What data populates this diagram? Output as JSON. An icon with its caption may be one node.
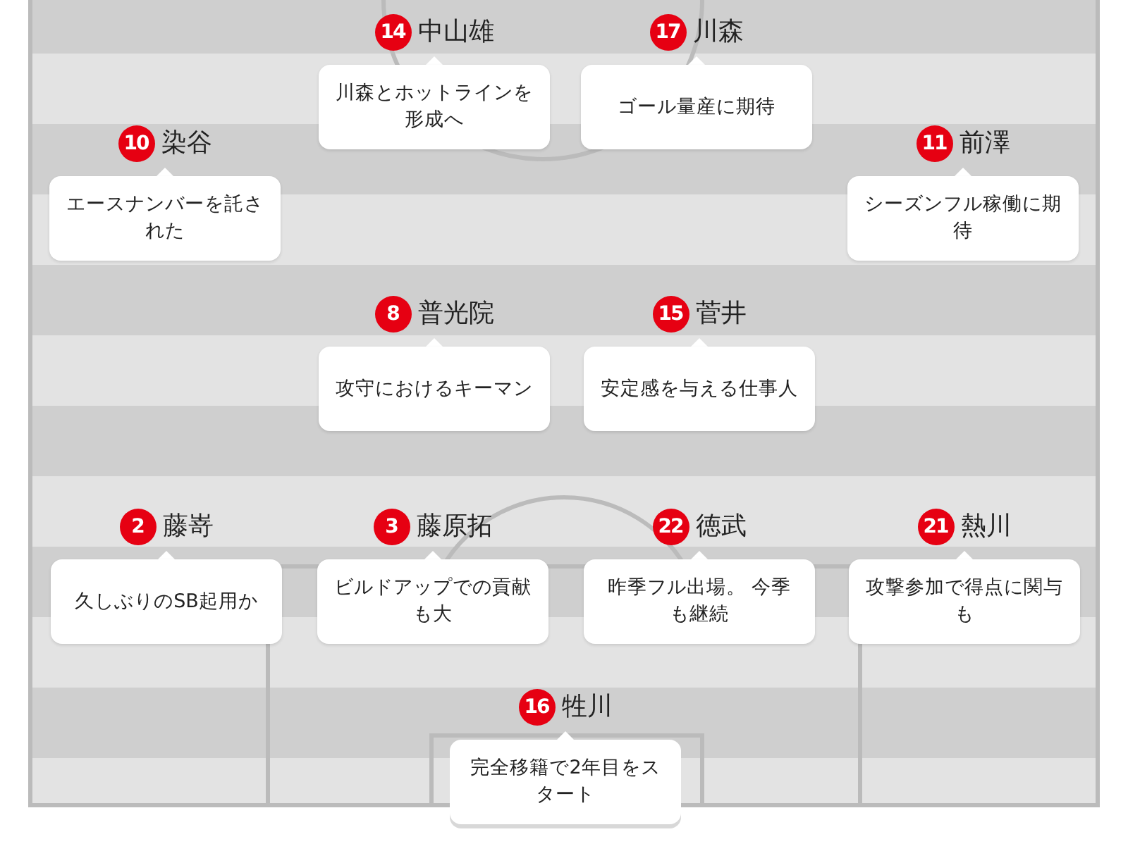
{
  "diagram": {
    "nodes": [
      {
        "text": [
          "14",
          "中山雄",
          "川森とホットラインを形成へ"
        ]
      },
      {
        "text": [
          "17",
          "川森",
          "ゴール量産に期待"
        ]
      },
      {
        "text": [
          "10",
          "染谷",
          "エースナンバーを託された"
        ]
      },
      {
        "text": [
          "11",
          "前澤",
          "シーズンフル稼働に期待"
        ]
      },
      {
        "text": [
          "8",
          "普光院",
          "攻守におけるキーマン"
        ]
      },
      {
        "text": [
          "15",
          "菅井",
          "安定感を与える仕事人"
        ]
      },
      {
        "text": [
          "2",
          "藤嵜",
          "久しぶりのSB起用か"
        ]
      },
      {
        "text": [
          "3",
          "藤原拓",
          "ビルドアップでの貢献も大"
        ]
      },
      {
        "text": [
          "22",
          "徳武",
          "昨季フル出場。 今季も継続"
        ]
      },
      {
        "text": [
          "21",
          "熱川",
          "攻撃参加で得点に関与も"
        ]
      },
      {
        "text": [
          "16",
          "牲川",
          "完全移籍で2年目をスタート"
        ]
      }
    ]
  }
}
